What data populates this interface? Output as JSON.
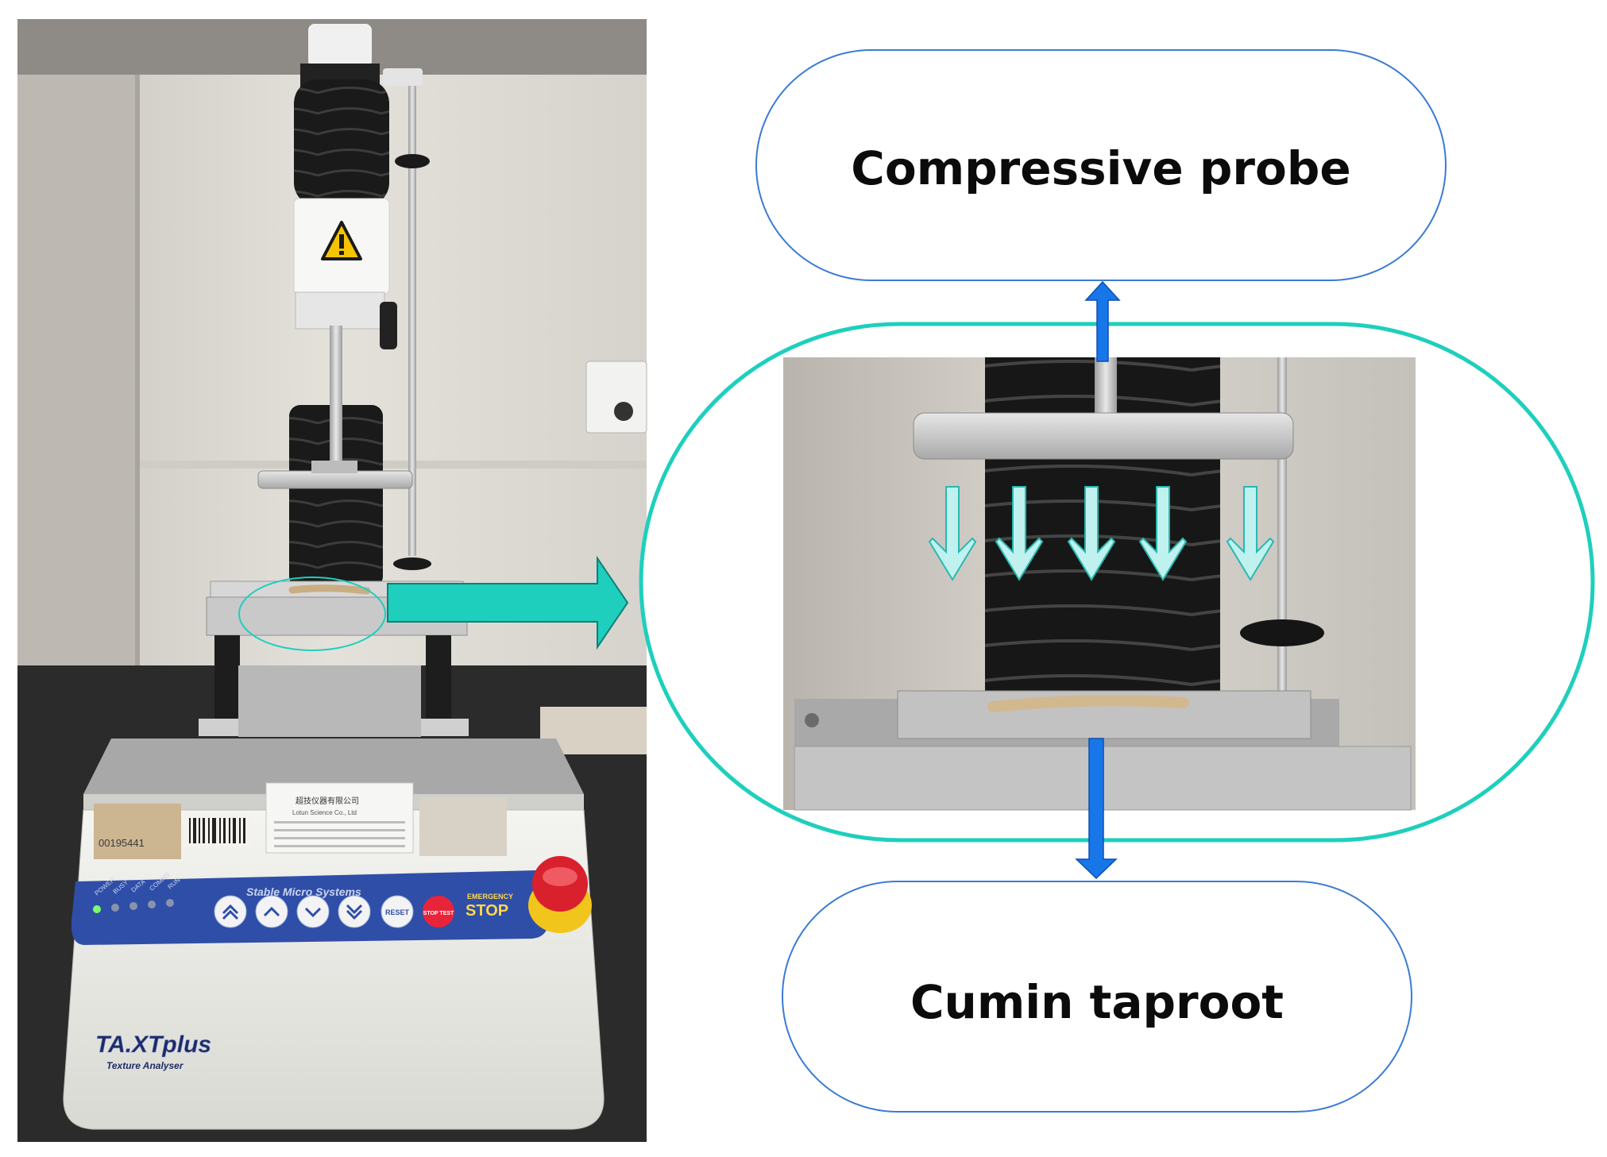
{
  "labels": {
    "top": "Compressive probe",
    "bottom": "Cumin taproot"
  },
  "machine": {
    "brand": "Stable Micro Systems",
    "model": "TA.XTplus",
    "subtitle": "Texture Analyser",
    "emergency_top": "EMERGENCY",
    "emergency": "STOP",
    "reset": "RESET",
    "stop_test": "STOP TEST",
    "indicators": [
      "POWER",
      "BUSY",
      "DATA",
      "COMMS",
      "RUN"
    ],
    "barcode": "00195441",
    "sticker_company": "超技仪器有限公司",
    "sticker_company_en": "Lotun Science Co., Ltd"
  },
  "colors": {
    "ellipse_cyan": "#1ecfbd",
    "callout_blue": "#3a7bd5",
    "arrow_blue": "#1877e8",
    "down_arrow_fill": "#bff1ee",
    "down_arrow_stroke": "#2ab8b0",
    "panel_blue": "#2f4ea8"
  }
}
